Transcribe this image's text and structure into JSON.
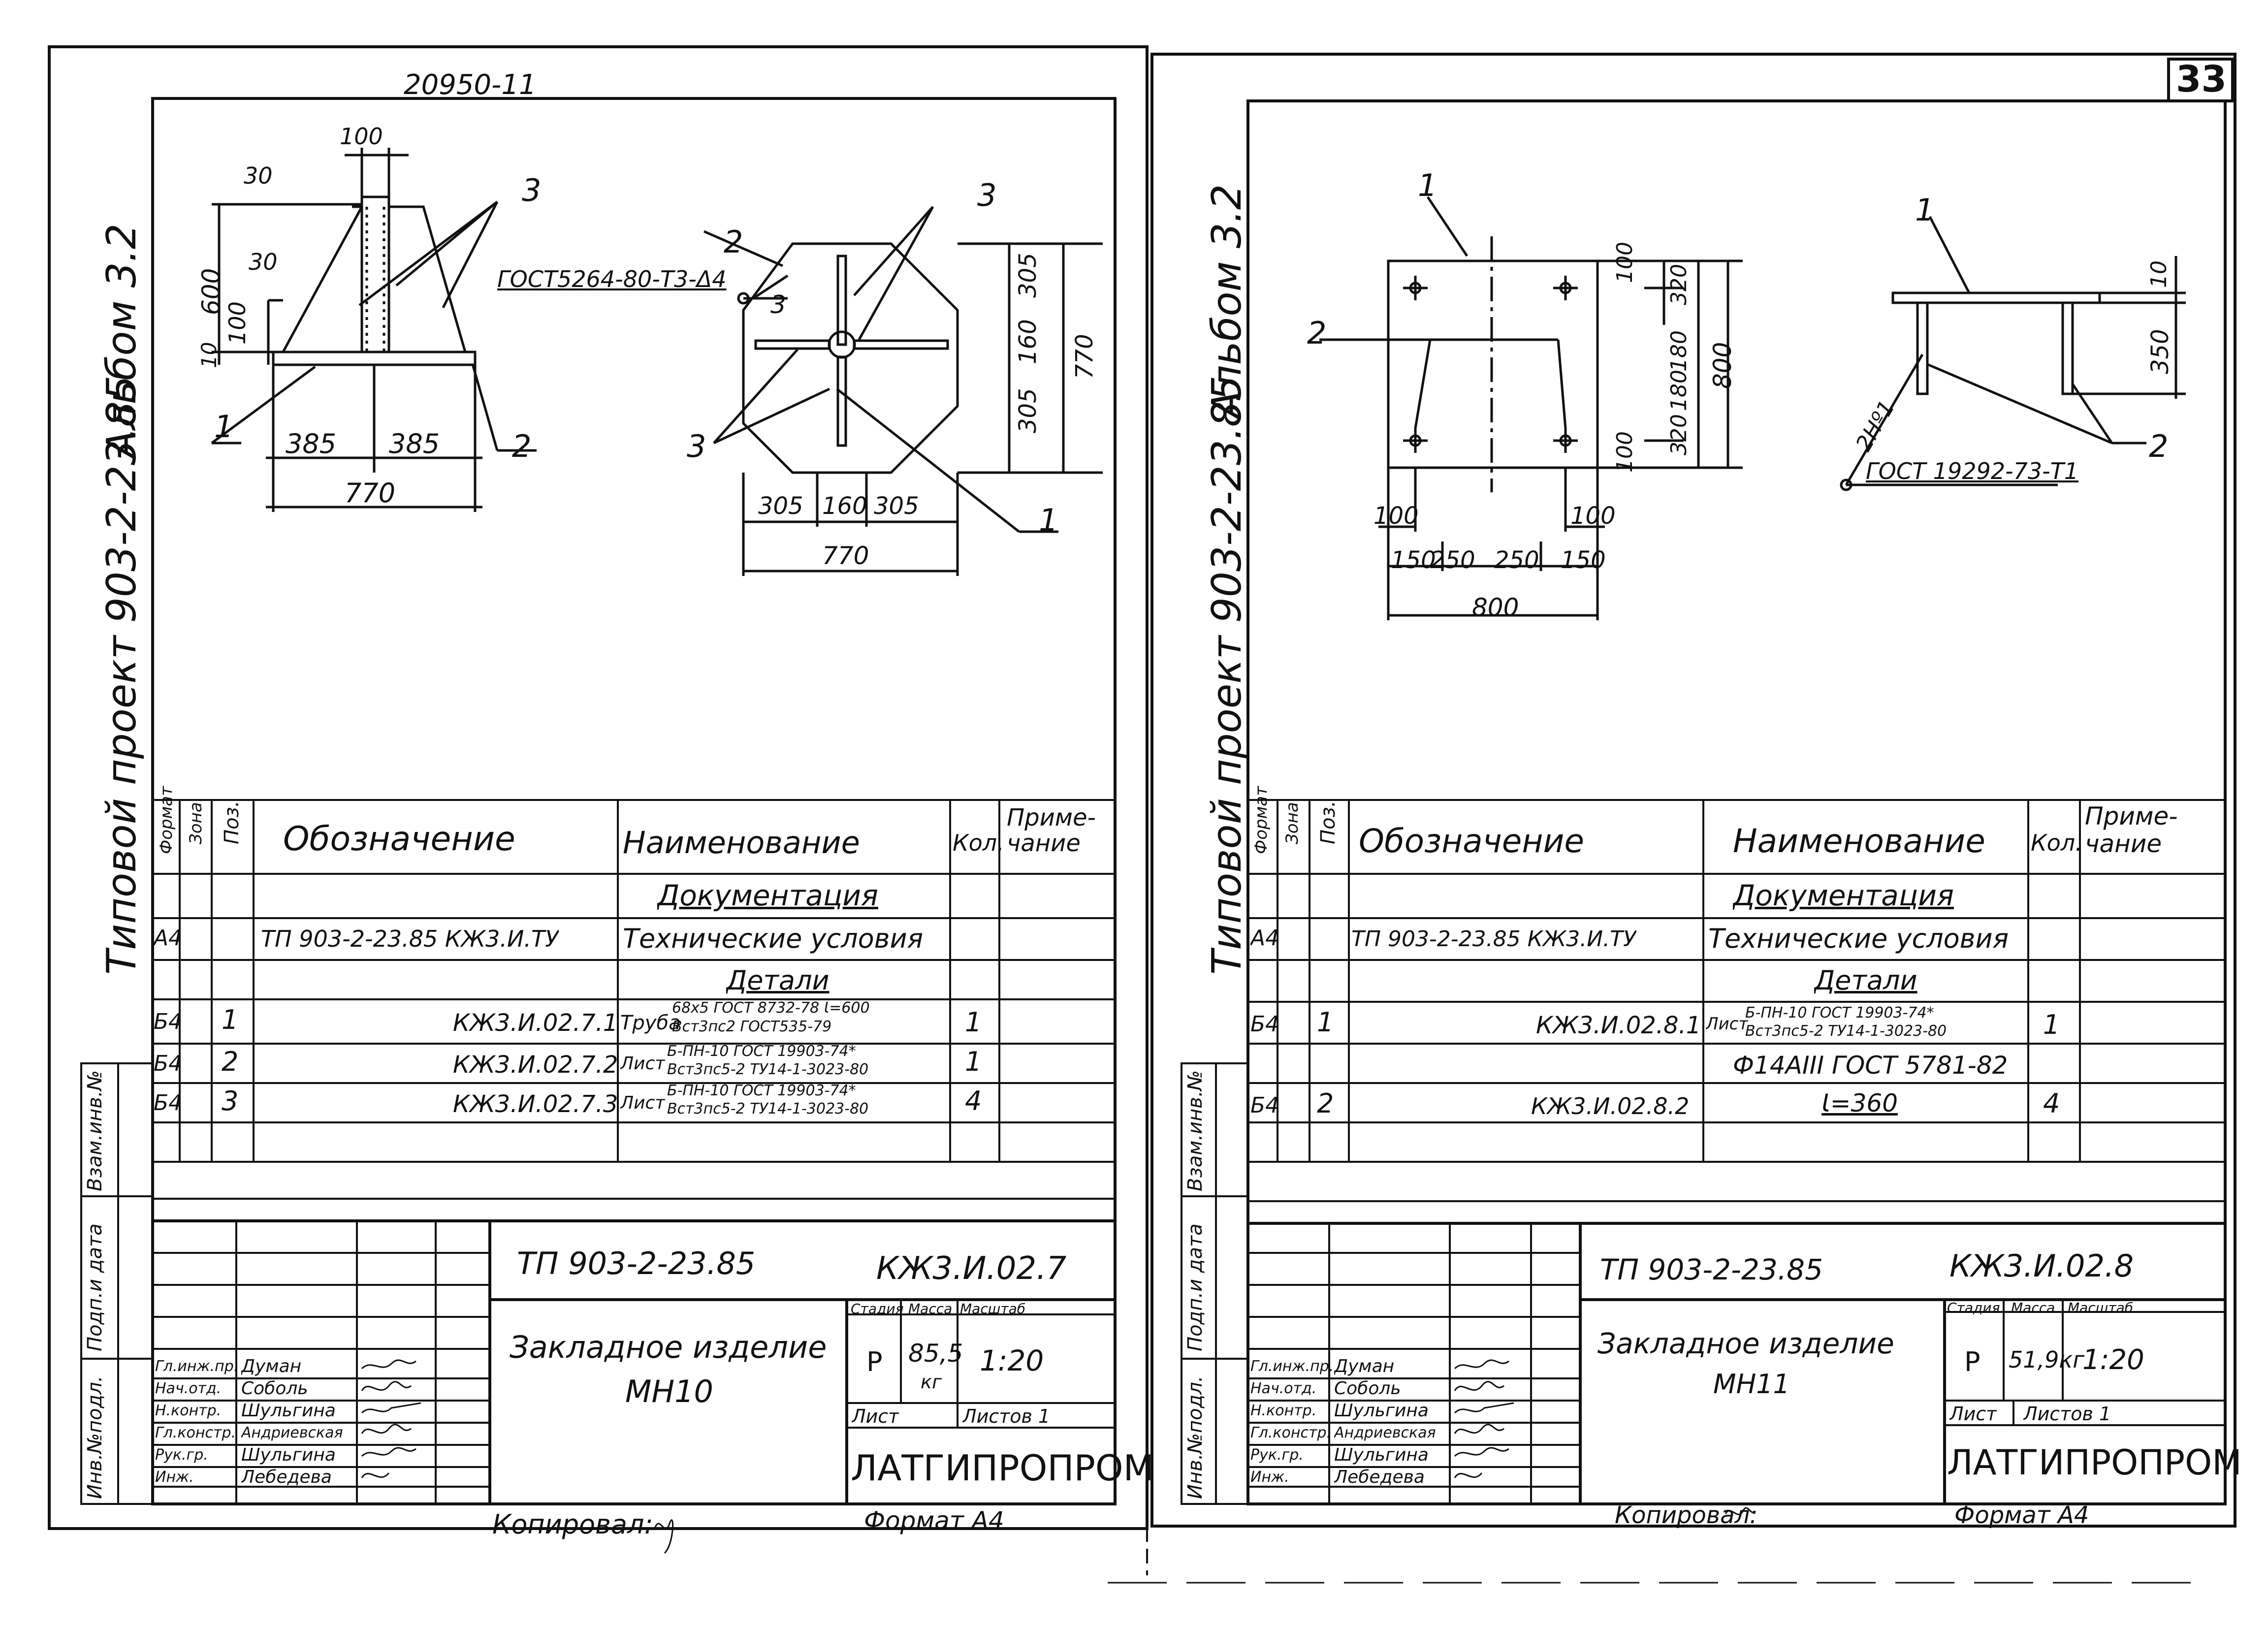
{
  "header": {
    "sheet_code": "20950-11",
    "sheet_number": "33"
  },
  "left": {
    "side_title": "Типовой проект 903-2-23.85",
    "album": "Альбом 3.2",
    "drawing": {
      "dim_100_top": "100",
      "dim_30_a": "30",
      "dim_30_b": "30",
      "dim_600": "600",
      "dim_100_side": "100",
      "dim_10": "10",
      "dim_385_a": "385",
      "dim_385_b": "385",
      "dim_770_a": "770",
      "callout_1": "1",
      "callout_2": "2",
      "callout_3": "3",
      "weld_note": "ГОСТ5264-80-Т3-Δ4",
      "plan_callout_2": "2",
      "plan_callout_3a": "3",
      "plan_callout_3b": "3",
      "plan_callout_3c": "3",
      "plan_callout_1": "1",
      "dim_305_a": "305",
      "dim_160_a": "160",
      "dim_305_b": "305",
      "dim_770_b": "770",
      "dim_305_c": "305",
      "dim_160_b": "160",
      "dim_305_d": "305",
      "dim_770_c": "770"
    },
    "spec": {
      "headers": {
        "format": "Формат",
        "zone": "Зона",
        "pos": "Поз.",
        "designation": "Обозначение",
        "name": "Наименование",
        "qty": "Кол.",
        "note": "Приме- чание"
      },
      "section_docs": "Документация",
      "doc_row": {
        "format": "А4",
        "designation": "ТП 903-2-23.85    КЖ3.И.ТУ",
        "name": "Технические условия"
      },
      "section_parts": "Детали",
      "rows": [
        {
          "format": "Б4",
          "pos": "1",
          "designation": "КЖ3.И.02.7.1",
          "name_main": "Труба",
          "name_line1": "68х5 ГОСТ 8732-78 Ɩ=600",
          "name_line2": "Вст3пс2 ГОСТ535-79",
          "qty": "1"
        },
        {
          "format": "Б4",
          "pos": "2",
          "designation": "КЖ3.И.02.7.2",
          "name_main": "Лист",
          "name_line1": "Б-ПН-10 ГОСТ 19903-74*",
          "name_line2": "Вст3пс5-2 ТУ14-1-3023-80",
          "qty": "1"
        },
        {
          "format": "Б4",
          "pos": "3",
          "designation": "КЖ3.И.02.7.3",
          "name_main": "Лист",
          "name_line1": "Б-ПН-10 ГОСТ 19903-74*",
          "name_line2": "Вст3пс5-2 ТУ14-1-3023-80",
          "qty": "4"
        }
      ]
    },
    "side_stamp": [
      "Взам.инв.№",
      "Подп.и дата",
      "Инв.№подл."
    ],
    "title_block": {
      "project": "ТП 903-2-23.85",
      "code": "КЖ3.И.02.7",
      "item_name": "Закладное изделие",
      "item_code": "МН10",
      "stage_label": "Стадия",
      "mass_label": "Масса",
      "scale_label": "Масштаб",
      "stage": "Р",
      "mass": "85,5",
      "mass_unit": "кг",
      "scale": "1:20",
      "sheet_label": "Лист",
      "sheets_label": "Листов 1",
      "org": "ЛАТГИПРОПРОМ",
      "roles": [
        "Гл.инж.пр.",
        "Нач.отд.",
        "Н.контр.",
        "Гл.констр.",
        "Рук.гр.",
        "Инж."
      ],
      "names": [
        "Думан",
        "Соболь",
        "Шульгина",
        "Андриевская",
        "Шульгина",
        "Лебедева"
      ]
    },
    "copied": "Копировал:",
    "format": "Формат А4"
  },
  "right": {
    "side_title": "Типовой проект 903-2-23.85",
    "album": "Альбом 3.2",
    "drawing": {
      "callout_1a": "1",
      "callout_2a": "2",
      "dim_100_a": "100",
      "dim_320_a": "320",
      "dim_180_a": "180",
      "dim_180_b": "180",
      "dim_320_b": "320",
      "dim_100_b": "100",
      "dim_800_v": "800",
      "dim_100_c": "100",
      "dim_100_d": "100",
      "dim_150_a": "150",
      "dim_250_a": "250",
      "dim_250_b": "250",
      "dim_150_b": "150",
      "dim_800_h": "800",
      "callout_1b": "1",
      "dim_10": "10",
      "dim_350": "350",
      "weld_label": "2Нº1",
      "weld_note": "ГОСТ 19292-73-Т1",
      "callout_2b": "2"
    },
    "spec": {
      "headers": {
        "format": "Формат",
        "zone": "Зона",
        "pos": "Поз.",
        "designation": "Обозначение",
        "name": "Наименование",
        "qty": "Кол.",
        "note": "Приме- чание"
      },
      "section_docs": "Документация",
      "doc_row": {
        "format": "А4",
        "designation": "ТП 903-2-23.85    КЖ3.И.ТУ",
        "name": "Технические условия"
      },
      "section_parts": "Детали",
      "rows": [
        {
          "format": "Б4",
          "pos": "1",
          "designation": "КЖ3.И.02.8.1",
          "name_main": "Лист",
          "name_line1": "Б-ПН-10 ГОСТ 19903-74*",
          "name_line2": "Вст3пс5-2 ТУ14-1-3023-80",
          "qty": "1"
        },
        {
          "format": "",
          "pos": "",
          "designation": "",
          "name_main": "",
          "name_line1": "Ф14АIII ГОСТ 5781-82",
          "name_line2": "",
          "qty": ""
        },
        {
          "format": "Б4",
          "pos": "2",
          "designation": "КЖ3.И.02.8.2",
          "name_main": "",
          "name_line1": "Ɩ=360",
          "name_line2": "",
          "qty": "4"
        }
      ]
    },
    "side_stamp": [
      "Взам.инв.№",
      "Подп.и дата",
      "Инв.№подл."
    ],
    "title_block": {
      "project": "ТП 903-2-23.85",
      "code": "КЖ3.И.02.8",
      "item_name": "Закладное изделие",
      "item_code": "МН11",
      "stage_label": "Стадия",
      "mass_label": "Масса",
      "scale_label": "Масштаб",
      "stage": "Р",
      "mass": "51,9кг",
      "scale": "1:20",
      "sheet_label": "Лист",
      "sheets_label": "Листов 1",
      "org": "ЛАТГИПРОПРОМ",
      "roles": [
        "Гл.инж.пр.",
        "Нач.отд.",
        "Н.контр.",
        "Гл.констр.",
        "Рук.гр.",
        "Инж."
      ],
      "names": [
        "Думан",
        "Соболь",
        "Шульгина",
        "Андриевская",
        "Шульгина",
        "Лебедева"
      ]
    },
    "copied": "Копировал:",
    "format": "Формат А4"
  }
}
